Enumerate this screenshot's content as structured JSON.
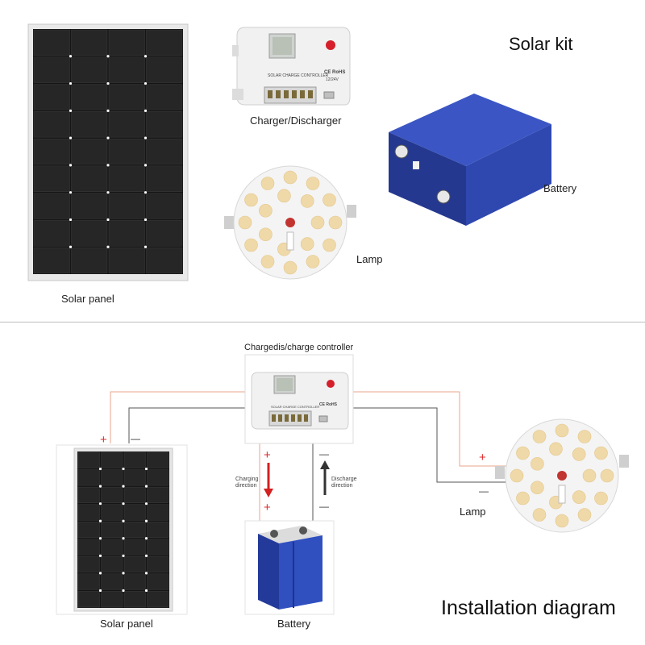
{
  "kit": {
    "title": "Solar kit",
    "solar_panel_label": "Solar panel",
    "charger_label": "Charger/Discharger",
    "battery_label": "Battery",
    "lamp_label": "Lamp",
    "controller_text": "SOLAR CHARGE CONTROLLER",
    "controller_mark": "CE RoHS",
    "controller_voltage": "12/24V"
  },
  "diagram": {
    "title": "Installation diagram",
    "controller_label": "Chargedis/charge controller",
    "solar_panel_label": "Solar panel",
    "battery_label": "Battery",
    "lamp_label": "Lamp",
    "charging_direction": "Charging direction",
    "discharge_direction": "Discharge direction",
    "plus": "+",
    "minus": "—",
    "controller_text": "SOLAR CHARGE CONTROLLER",
    "controller_mark": "CE RoHS"
  },
  "colors": {
    "positive_wire": "#e9a48c",
    "negative_wire": "#555555",
    "charging_arrow": "#d42020",
    "discharge_arrow": "#333333",
    "battery_blue": "#2a3f9c",
    "panel_cell": "#1b1b1b",
    "led": "#f0d9a8"
  }
}
